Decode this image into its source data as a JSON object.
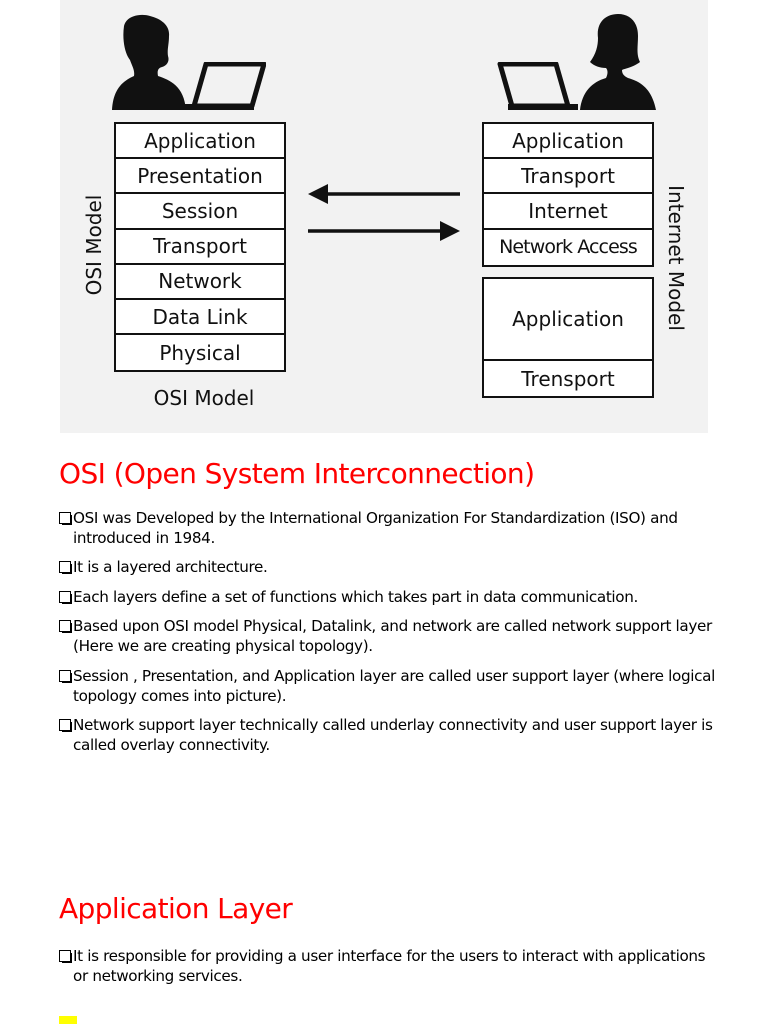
{
  "diagram": {
    "osi_layers": [
      "Application",
      "Presentation",
      "Session",
      "Transport",
      "Network",
      "Data Link",
      "Physical"
    ],
    "osi_vertical_label": "OSI Model",
    "osi_caption": "OSI Model",
    "internet_layers": [
      "Application",
      "Transport",
      "Internet",
      "Network Access"
    ],
    "internet_extra_layers": [
      "Application",
      "Trensport"
    ],
    "internet_vertical_label": "Internet Model",
    "icons": [
      "man-silhouette-icon",
      "laptop-icon",
      "woman-silhouette-icon",
      "left-arrow-icon",
      "right-arrow-icon"
    ]
  },
  "section1": {
    "heading": "OSI (Open System Interconnection)",
    "bullets": [
      "OSI was Developed by the International Organization For Standardization (ISO) and introduced in 1984.",
      "It is a layered architecture.",
      "Each layers define a set of functions which takes part in data communication.",
      "Based upon OSI model Physical, Datalink, and network are called network support layer (Here we are creating physical topology).",
      "Session , Presentation, and Application layer are called user support layer (where logical topology comes into picture).",
      "Network support layer technically called underlay connectivity and user support layer is called overlay connectivity."
    ]
  },
  "section2": {
    "heading": "Application Layer",
    "bullets": [
      "It is responsible for providing a user interface for the users to interact with applications or networking services."
    ]
  },
  "colors": {
    "heading": "#ff0000",
    "diagram_background": "#f2f2f2",
    "highlight": "#ffff00"
  }
}
